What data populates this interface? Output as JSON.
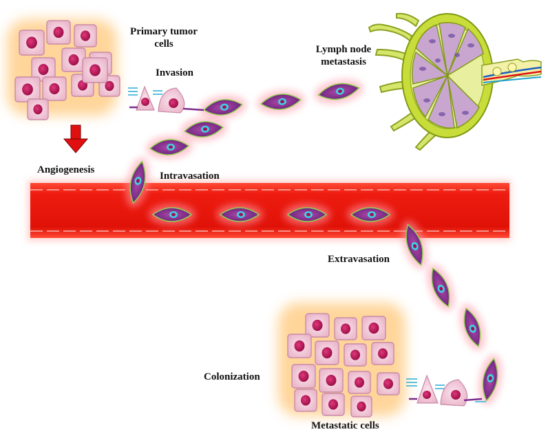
{
  "labels": {
    "primary_tumor": "Primary tumor\ncells",
    "primary_tumor_line1": "Primary tumor",
    "primary_tumor_line2": "cells",
    "invasion": "Invasion",
    "lymph_line1": "Lymph node",
    "lymph_line2": "metastasis",
    "angiogenesis": "Angiogenesis",
    "intravasation": "Intravasation",
    "extravasation": "Extravasation",
    "colonization": "Colonization",
    "metastatic_cells": "Metastatic cells"
  },
  "colors": {
    "vessel": "#e8170f",
    "vessel_wall": "#ff5a4a",
    "cell_pink": "#f2c9d8",
    "nucleus": "#c2185b",
    "migrating_cell": "#7a2a8c",
    "halo": "#ffb347",
    "arrow": "#e01010",
    "node_green": "#c8dc3a",
    "node_purple": "#c9a6cf"
  }
}
